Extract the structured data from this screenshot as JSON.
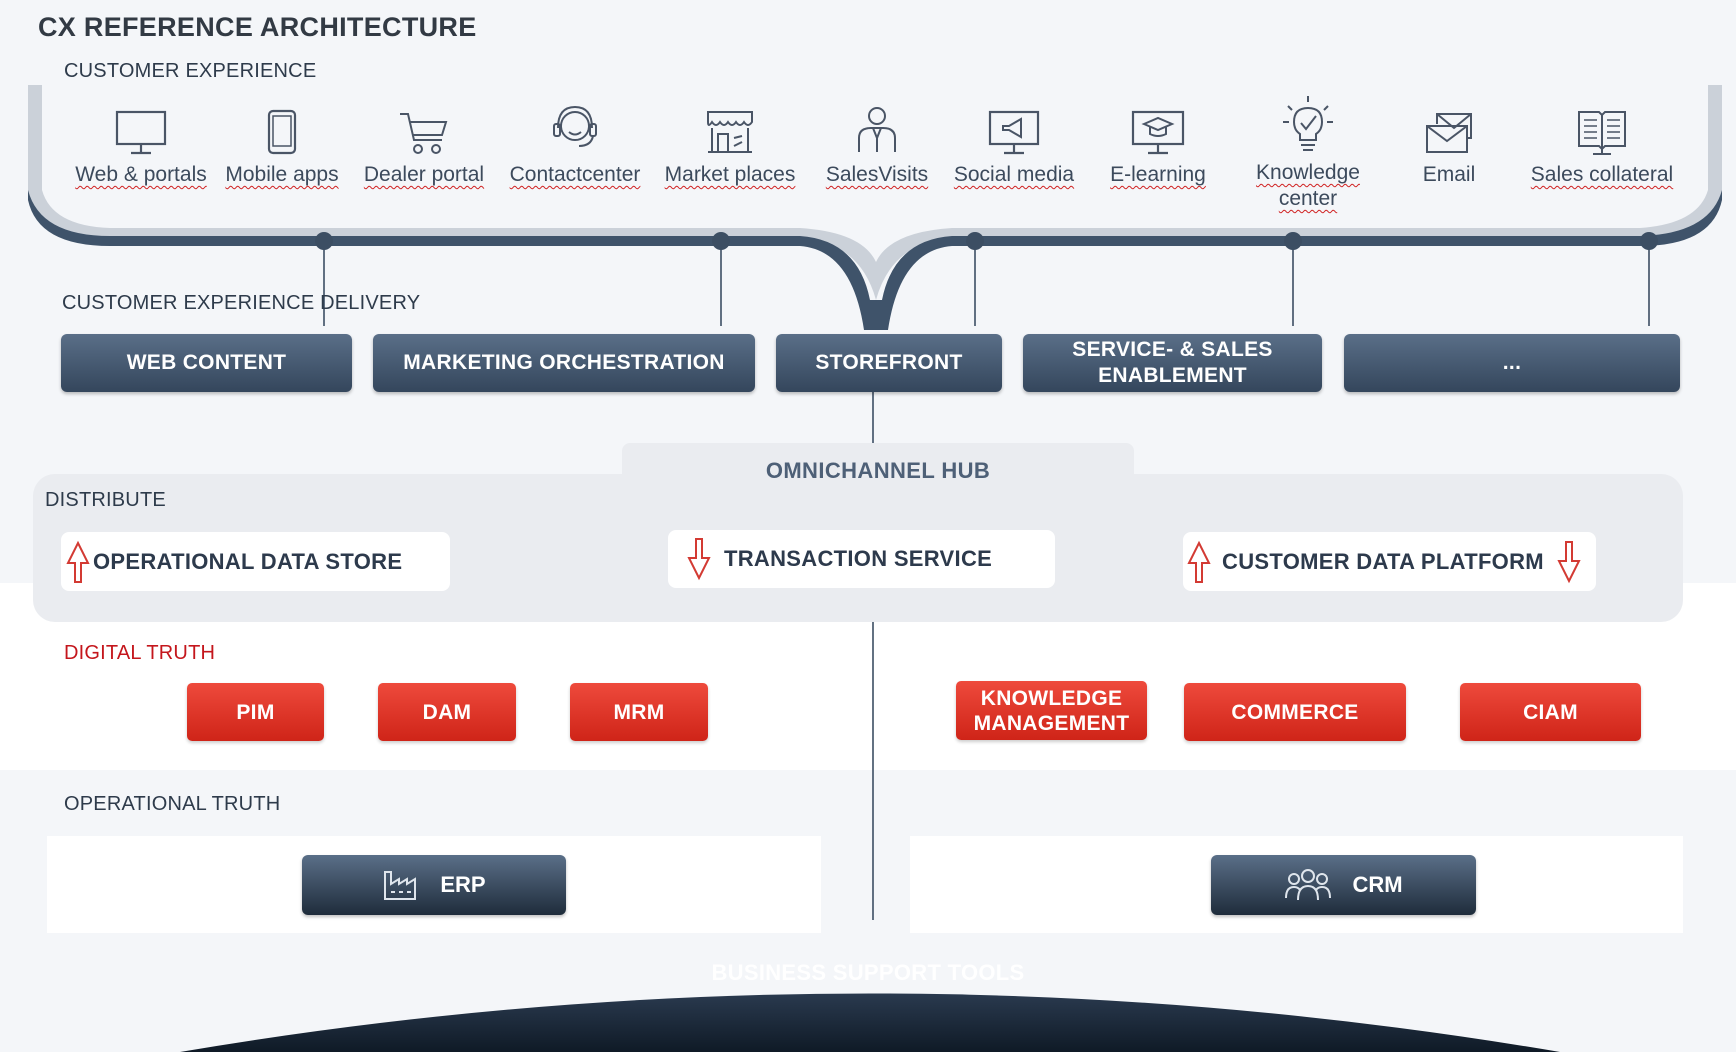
{
  "title": "CX REFERENCE ARCHITECTURE",
  "customer_experience": {
    "label": "CUSTOMER EXPERIENCE",
    "channels": [
      {
        "label": "Web & portals",
        "icon": "monitor-icon"
      },
      {
        "label": "Mobile apps",
        "icon": "smartphone-icon"
      },
      {
        "label": "Dealer portal",
        "icon": "shopping-cart-icon"
      },
      {
        "label": "Contactcenter",
        "icon": "headset-agent-icon"
      },
      {
        "label": "Market places",
        "icon": "market-stall-icon"
      },
      {
        "label": "SalesVisits",
        "icon": "salesperson-icon"
      },
      {
        "label": "Social media",
        "icon": "megaphone-screen-icon"
      },
      {
        "label": "E-learning",
        "icon": "graduation-screen-icon"
      },
      {
        "label": "Knowledge center",
        "icon": "lightbulb-icon"
      },
      {
        "label": "Email",
        "icon": "email-icon"
      },
      {
        "label": "Sales collateral",
        "icon": "open-book-icon"
      }
    ]
  },
  "delivery": {
    "label": "CUSTOMER EXPERIENCE DELIVERY",
    "items": [
      "WEB CONTENT",
      "MARKETING ORCHESTRATION",
      "STOREFRONT",
      "SERVICE- & SALES ENABLEMENT",
      "..."
    ]
  },
  "hub": {
    "title": "OMNICHANNEL HUB",
    "label": "DISTRIBUTE",
    "ods": "OPERATIONAL DATA STORE",
    "transaction": "TRANSACTION SERVICE",
    "cdp": "CUSTOMER DATA PLATFORM"
  },
  "digital_truth": {
    "label": "DIGITAL TRUTH",
    "items": [
      "PIM",
      "DAM",
      "MRM",
      "KNOWLEDGE MANAGEMENT",
      "COMMERCE",
      "CIAM"
    ]
  },
  "operational_truth": {
    "label": "OPERATIONAL TRUTH",
    "erp": "ERP",
    "crm": "CRM"
  },
  "business_support": "BUSINESS SUPPORT TOOLS",
  "colors": {
    "navy": "#34465c",
    "red": "#d9281c",
    "background": "#f4f6f9",
    "hub_grey": "#eaecf0",
    "dark_base": "#1f2c3b"
  }
}
